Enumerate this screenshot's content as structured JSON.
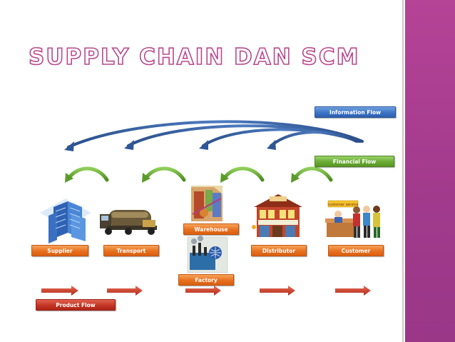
{
  "slide": {
    "title": "SUPPLY CHAIN DAN SCM",
    "accent_color": "#a83b8d"
  },
  "legend": {
    "information_flow": "Information Flow",
    "financial_flow": "Financial Flow",
    "product_flow": "Product Flow"
  },
  "nodes": {
    "supplier": "Supplier",
    "transport": "Transport",
    "warehouse": "Warehouse",
    "factory": "Factory",
    "distributor": "Distributor",
    "customer": "Customer"
  },
  "sign": {
    "customer_sign": "customer service"
  }
}
